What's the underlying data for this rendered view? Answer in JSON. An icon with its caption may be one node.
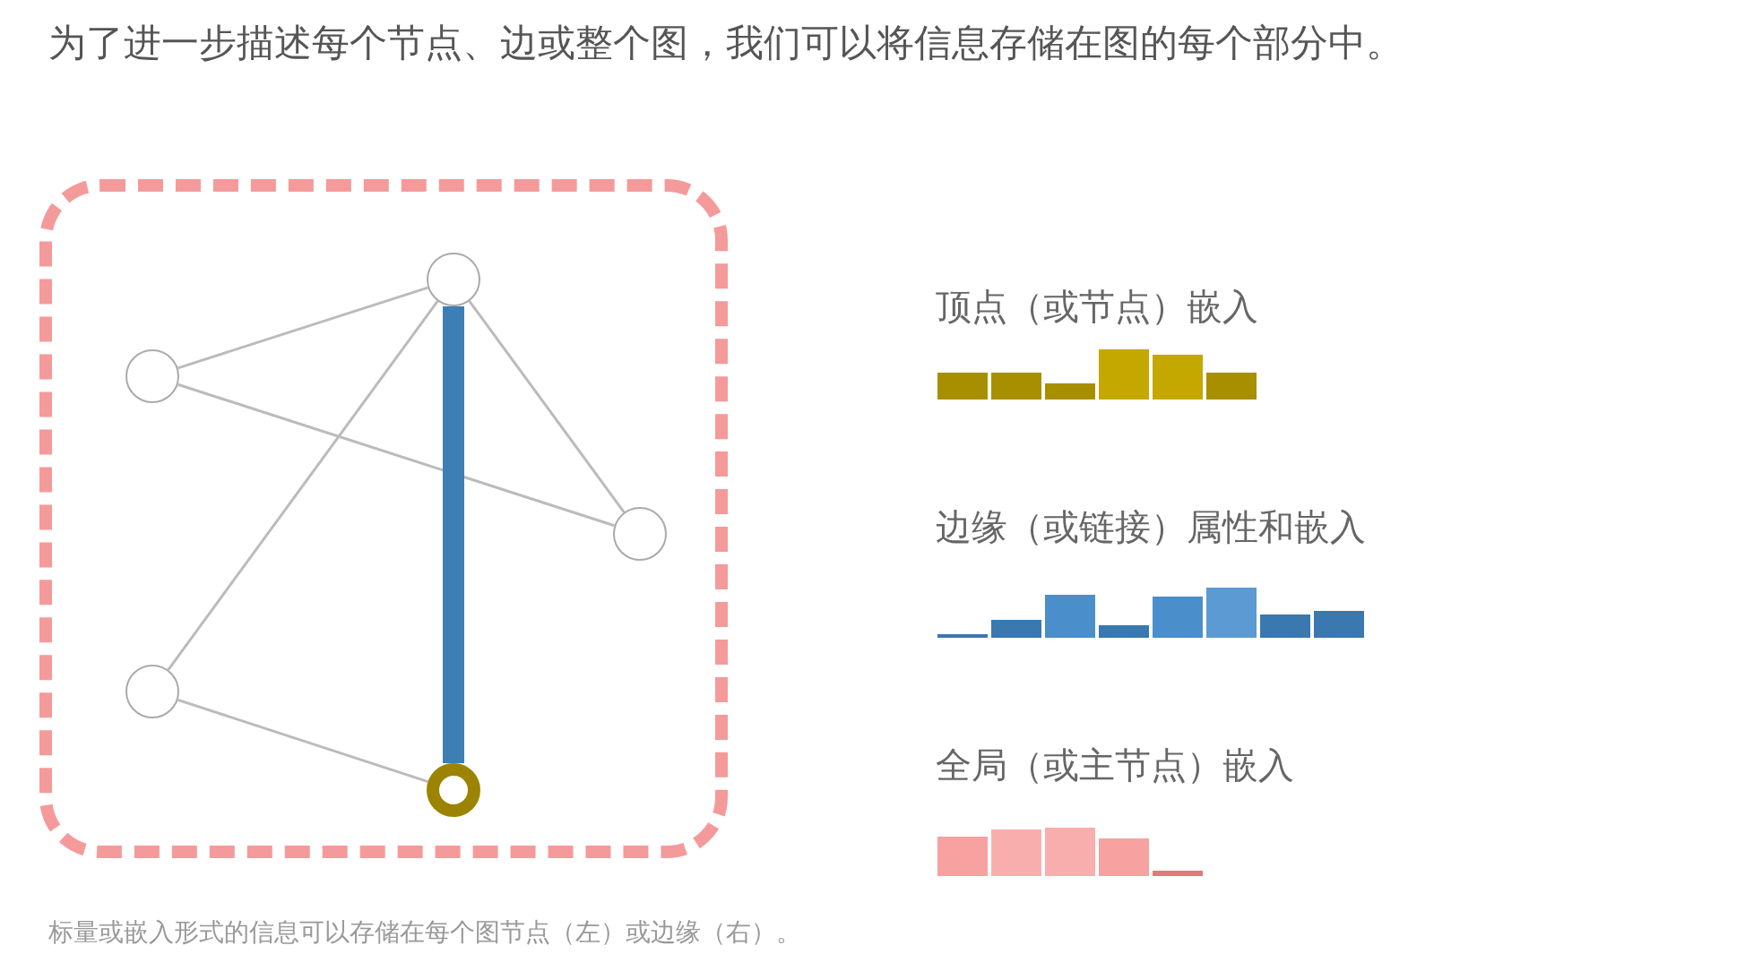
{
  "diagram": {
    "title": "为了进一步描述每个节点、边或整个图，我们可以将信息存储在图的每个部分中。",
    "caption": "标量或嵌入形式的信息可以存储在每个图节点（左）或边缘（右）。",
    "nodes": [
      {
        "text": [],
        "shape": "box"
      },
      {
        "text": [],
        "shape": "circle",
        "in": 0
      },
      {
        "text": [],
        "shape": "circle",
        "in": 0
      },
      {
        "text": [],
        "shape": "circle",
        "in": 0
      },
      {
        "text": [],
        "shape": "circle",
        "in": 0
      },
      {
        "text": [],
        "shape": "circle",
        "in": 0
      }
    ],
    "edges": [
      {
        "from": 1,
        "to": 2,
        "arrow": "none"
      },
      {
        "from": 1,
        "to": 3,
        "arrow": "none"
      },
      {
        "from": 2,
        "to": 3,
        "arrow": "none"
      },
      {
        "from": 1,
        "to": 4,
        "arrow": "none"
      },
      {
        "from": 4,
        "to": 5,
        "arrow": "none"
      },
      {
        "from": 1,
        "to": 5,
        "arrow": "none",
        "style": "thick",
        "color": "#3d7fb5"
      }
    ],
    "labels": [
      "顶点（或节点）嵌入",
      "边缘（或链接）属性和嵌入",
      "全局（或主节点）嵌入"
    ]
  }
}
